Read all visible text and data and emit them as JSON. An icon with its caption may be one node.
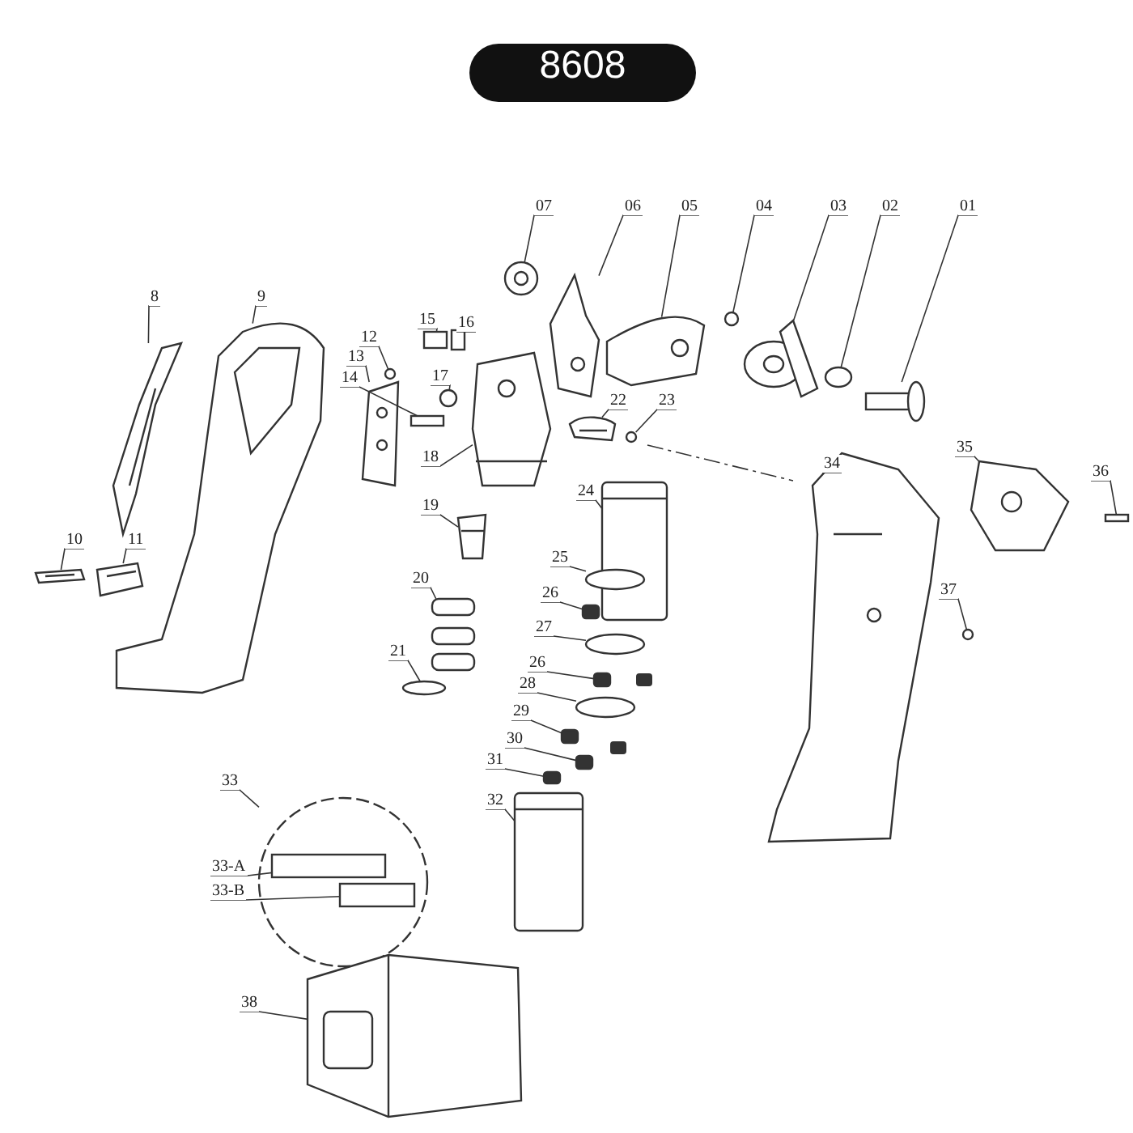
{
  "diagram": {
    "title": "8608",
    "nodes": [
      {
        "text": [
          "07"
        ]
      },
      {
        "text": [
          "06"
        ]
      },
      {
        "text": [
          "05"
        ]
      },
      {
        "text": [
          "04"
        ]
      },
      {
        "text": [
          "03"
        ]
      },
      {
        "text": [
          "02"
        ]
      },
      {
        "text": [
          "01"
        ]
      },
      {
        "text": [
          "8"
        ]
      },
      {
        "text": [
          "9"
        ]
      },
      {
        "text": [
          "12"
        ]
      },
      {
        "text": [
          "15"
        ]
      },
      {
        "text": [
          "16"
        ]
      },
      {
        "text": [
          "13"
        ]
      },
      {
        "text": [
          "17"
        ]
      },
      {
        "text": [
          "14"
        ]
      },
      {
        "text": [
          "22"
        ]
      },
      {
        "text": [
          "23"
        ]
      },
      {
        "text": [
          "18"
        ]
      },
      {
        "text": [
          "35"
        ]
      },
      {
        "text": [
          "34"
        ]
      },
      {
        "text": [
          "36"
        ]
      },
      {
        "text": [
          "24"
        ]
      },
      {
        "text": [
          "19"
        ]
      },
      {
        "text": [
          "10"
        ]
      },
      {
        "text": [
          "11"
        ]
      },
      {
        "text": [
          "25"
        ]
      },
      {
        "text": [
          "26"
        ]
      },
      {
        "text": [
          "37"
        ]
      },
      {
        "text": [
          "27"
        ]
      },
      {
        "text": [
          "20"
        ]
      },
      {
        "text": [
          "26"
        ]
      },
      {
        "text": [
          "28"
        ]
      },
      {
        "text": [
          "21"
        ]
      },
      {
        "text": [
          "29"
        ]
      },
      {
        "text": [
          "30"
        ]
      },
      {
        "text": [
          "31"
        ]
      },
      {
        "text": [
          "33"
        ]
      },
      {
        "text": [
          "32"
        ]
      },
      {
        "text": [
          "33-A"
        ]
      },
      {
        "text": [
          "33-B"
        ]
      },
      {
        "text": [
          "38"
        ]
      },
      {
        "text": [],
        "shape": "picture"
      },
      {
        "text": [],
        "shape": "picture"
      },
      {
        "text": [],
        "shape": "picture"
      },
      {
        "text": [],
        "shape": "circle"
      },
      {
        "text": [],
        "shape": "picture"
      },
      {
        "text": [],
        "shape": "circle"
      },
      {
        "text": [],
        "shape": "picture"
      },
      {
        "text": [],
        "shape": "picture"
      },
      {
        "text": [],
        "shape": "picture"
      },
      {
        "text": [],
        "shape": "circle"
      },
      {
        "text": [],
        "shape": "box"
      },
      {
        "text": [],
        "shape": "box"
      },
      {
        "text": [],
        "shape": "picture"
      },
      {
        "text": [],
        "shape": "circle"
      },
      {
        "text": [],
        "shape": "box"
      },
      {
        "text": [],
        "shape": "picture"
      },
      {
        "text": [],
        "shape": "circle"
      },
      {
        "text": [],
        "shape": "picture"
      },
      {
        "text": [],
        "shape": "picture"
      },
      {
        "text": [],
        "shape": "picture"
      },
      {
        "text": [],
        "shape": "box"
      },
      {
        "text": [],
        "shape": "cylinder"
      },
      {
        "text": [],
        "shape": "picture"
      },
      {
        "text": [],
        "shape": "picture"
      },
      {
        "text": [],
        "shape": "picture"
      },
      {
        "text": [],
        "shape": "circle"
      },
      {
        "text": [],
        "shape": "box"
      },
      {
        "text": [],
        "shape": "circle"
      },
      {
        "text": [],
        "shape": "circle"
      },
      {
        "text": [],
        "shape": "picture"
      },
      {
        "text": [],
        "shape": "box"
      },
      {
        "text": [],
        "shape": "circle"
      },
      {
        "text": [],
        "shape": "circle"
      },
      {
        "text": [],
        "shape": "box"
      },
      {
        "text": [],
        "shape": "box"
      },
      {
        "text": [],
        "shape": "box"
      },
      {
        "text": [],
        "shape": "circle"
      },
      {
        "text": [],
        "shape": "cylinder"
      },
      {
        "text": [],
        "shape": "box",
        "in": 77
      },
      {
        "text": [],
        "shape": "box",
        "in": 77
      },
      {
        "text": [],
        "shape": "picture"
      }
    ],
    "edges": [
      {
        "from": 0,
        "to": 41,
        "arrow": "none"
      },
      {
        "from": 1,
        "to": 42,
        "arrow": "none"
      },
      {
        "from": 2,
        "to": 43,
        "arrow": "none"
      },
      {
        "from": 3,
        "to": 44,
        "arrow": "none"
      },
      {
        "from": 4,
        "to": 45,
        "arrow": "none"
      },
      {
        "from": 5,
        "to": 46,
        "arrow": "none"
      },
      {
        "from": 6,
        "to": 47,
        "arrow": "none"
      },
      {
        "from": 7,
        "to": 48,
        "arrow": "none"
      },
      {
        "from": 8,
        "to": 49,
        "arrow": "none"
      },
      {
        "from": 9,
        "to": 50,
        "arrow": "none"
      },
      {
        "from": 10,
        "to": 51,
        "arrow": "none"
      },
      {
        "from": 11,
        "to": 52,
        "arrow": "none"
      },
      {
        "from": 12,
        "to": 53,
        "arrow": "none"
      },
      {
        "from": 13,
        "to": 54,
        "arrow": "none"
      },
      {
        "from": 14,
        "to": 55,
        "arrow": "none"
      },
      {
        "from": 15,
        "to": 56,
        "arrow": "none"
      },
      {
        "from": 16,
        "to": 57,
        "arrow": "none"
      },
      {
        "from": 17,
        "to": 58,
        "arrow": "none"
      },
      {
        "from": 18,
        "to": 59,
        "arrow": "none"
      },
      {
        "from": 19,
        "to": 60,
        "arrow": "none"
      },
      {
        "from": 20,
        "to": 61,
        "arrow": "none"
      },
      {
        "from": 21,
        "to": 62,
        "arrow": "none"
      },
      {
        "from": 22,
        "to": 63,
        "arrow": "none"
      },
      {
        "from": 23,
        "to": 64,
        "arrow": "none"
      },
      {
        "from": 24,
        "to": 65,
        "arrow": "none"
      },
      {
        "from": 25,
        "to": 66,
        "arrow": "none"
      },
      {
        "from": 26,
        "to": 67,
        "arrow": "none"
      },
      {
        "from": 27,
        "to": 68,
        "arrow": "none"
      },
      {
        "from": 28,
        "to": 69,
        "arrow": "none"
      },
      {
        "from": 29,
        "to": 70,
        "arrow": "none"
      },
      {
        "from": 30,
        "to": 71,
        "arrow": "none"
      },
      {
        "from": 31,
        "to": 72,
        "arrow": "none"
      },
      {
        "from": 32,
        "to": 73,
        "arrow": "none"
      },
      {
        "from": 33,
        "to": 74,
        "arrow": "none"
      },
      {
        "from": 34,
        "to": 75,
        "arrow": "none"
      },
      {
        "from": 35,
        "to": 76,
        "arrow": "none"
      },
      {
        "from": 36,
        "to": 77,
        "arrow": "none"
      },
      {
        "from": 37,
        "to": 78,
        "arrow": "none"
      },
      {
        "from": 38,
        "to": 79,
        "arrow": "none"
      },
      {
        "from": 39,
        "to": 80,
        "arrow": "none"
      },
      {
        "from": 40,
        "to": 81,
        "arrow": "none"
      }
    ]
  }
}
